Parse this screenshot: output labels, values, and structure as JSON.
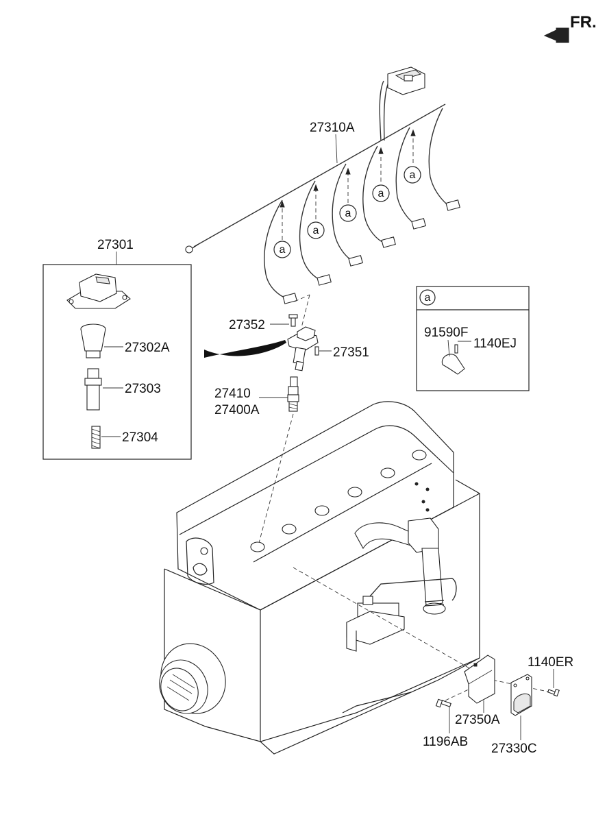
{
  "direction_label": "FR.",
  "parts": {
    "p27310A": "27310A",
    "p27301": "27301",
    "p27302A": "27302A",
    "p27303": "27303",
    "p27304": "27304",
    "p27352": "27352",
    "p27351": "27351",
    "p27410": "27410",
    "p27400A": "27400A",
    "p91590F": "91590F",
    "p1140EJ": "1140EJ",
    "p1140ER": "1140ER",
    "p27350A": "27350A",
    "p1196AB": "1196AB",
    "p27330C": "27330C"
  },
  "ref_marker": "a"
}
